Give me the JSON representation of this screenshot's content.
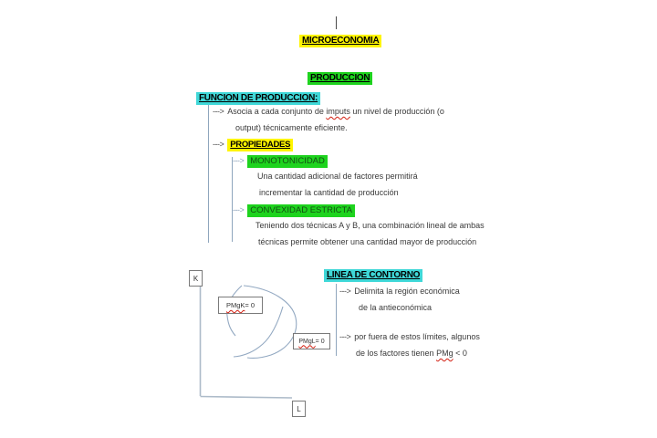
{
  "glyphs": {
    "arrow": "--->"
  },
  "doc": {
    "title": "MICROECONOMIA",
    "section_heading": "PRODUCCION"
  },
  "production": {
    "heading": "FUNCION DE PRODUCCION:",
    "bullet1": {
      "pre": "Asocia a cada conjunto de ",
      "typo_word": "imputs",
      "post": " un nivel de producción (o",
      "line2": "output) técnicamente eficiente."
    },
    "properties_heading": "PROPIEDADES",
    "monotonicity": {
      "heading": "MONOTONICIDAD",
      "line1": "Una cantidad adicional de factores permitirá",
      "line2": "incrementar la cantidad de producción"
    },
    "convexity": {
      "heading": "CONVEXIDAD ESTRICTA",
      "line1": "Teniendo dos técnicas A y B, una combinación lineal de ambas",
      "line2": "técnicas permite obtener una cantidad mayor de producción"
    }
  },
  "diagram": {
    "y_axis_label": "K",
    "x_axis_label": "L",
    "pmgk": {
      "term": "PMgK",
      "rest": " = 0"
    },
    "pmgl": {
      "term": "PMgL",
      "rest": " = 0"
    }
  },
  "contour": {
    "heading": "LINEA DE CONTORNO",
    "bullet1": {
      "line1": "Delimita la región económica",
      "line2": "de la antieconómica"
    },
    "bullet2": {
      "line1": "por fuera de estos límites, algunos",
      "line2_pre": "de los factores tienen ",
      "term": "PMg",
      "line2_post": " < 0"
    }
  },
  "colors": {
    "highlight_yellow": "#fff500",
    "highlight_green": "#1ed31e",
    "highlight_cyan": "#3fd8d8",
    "ink": "#3a3a3a",
    "sketch_line": "#8fa6bd",
    "axis_line": "#adbbc9",
    "spellcheck_red": "#d21c0e"
  }
}
